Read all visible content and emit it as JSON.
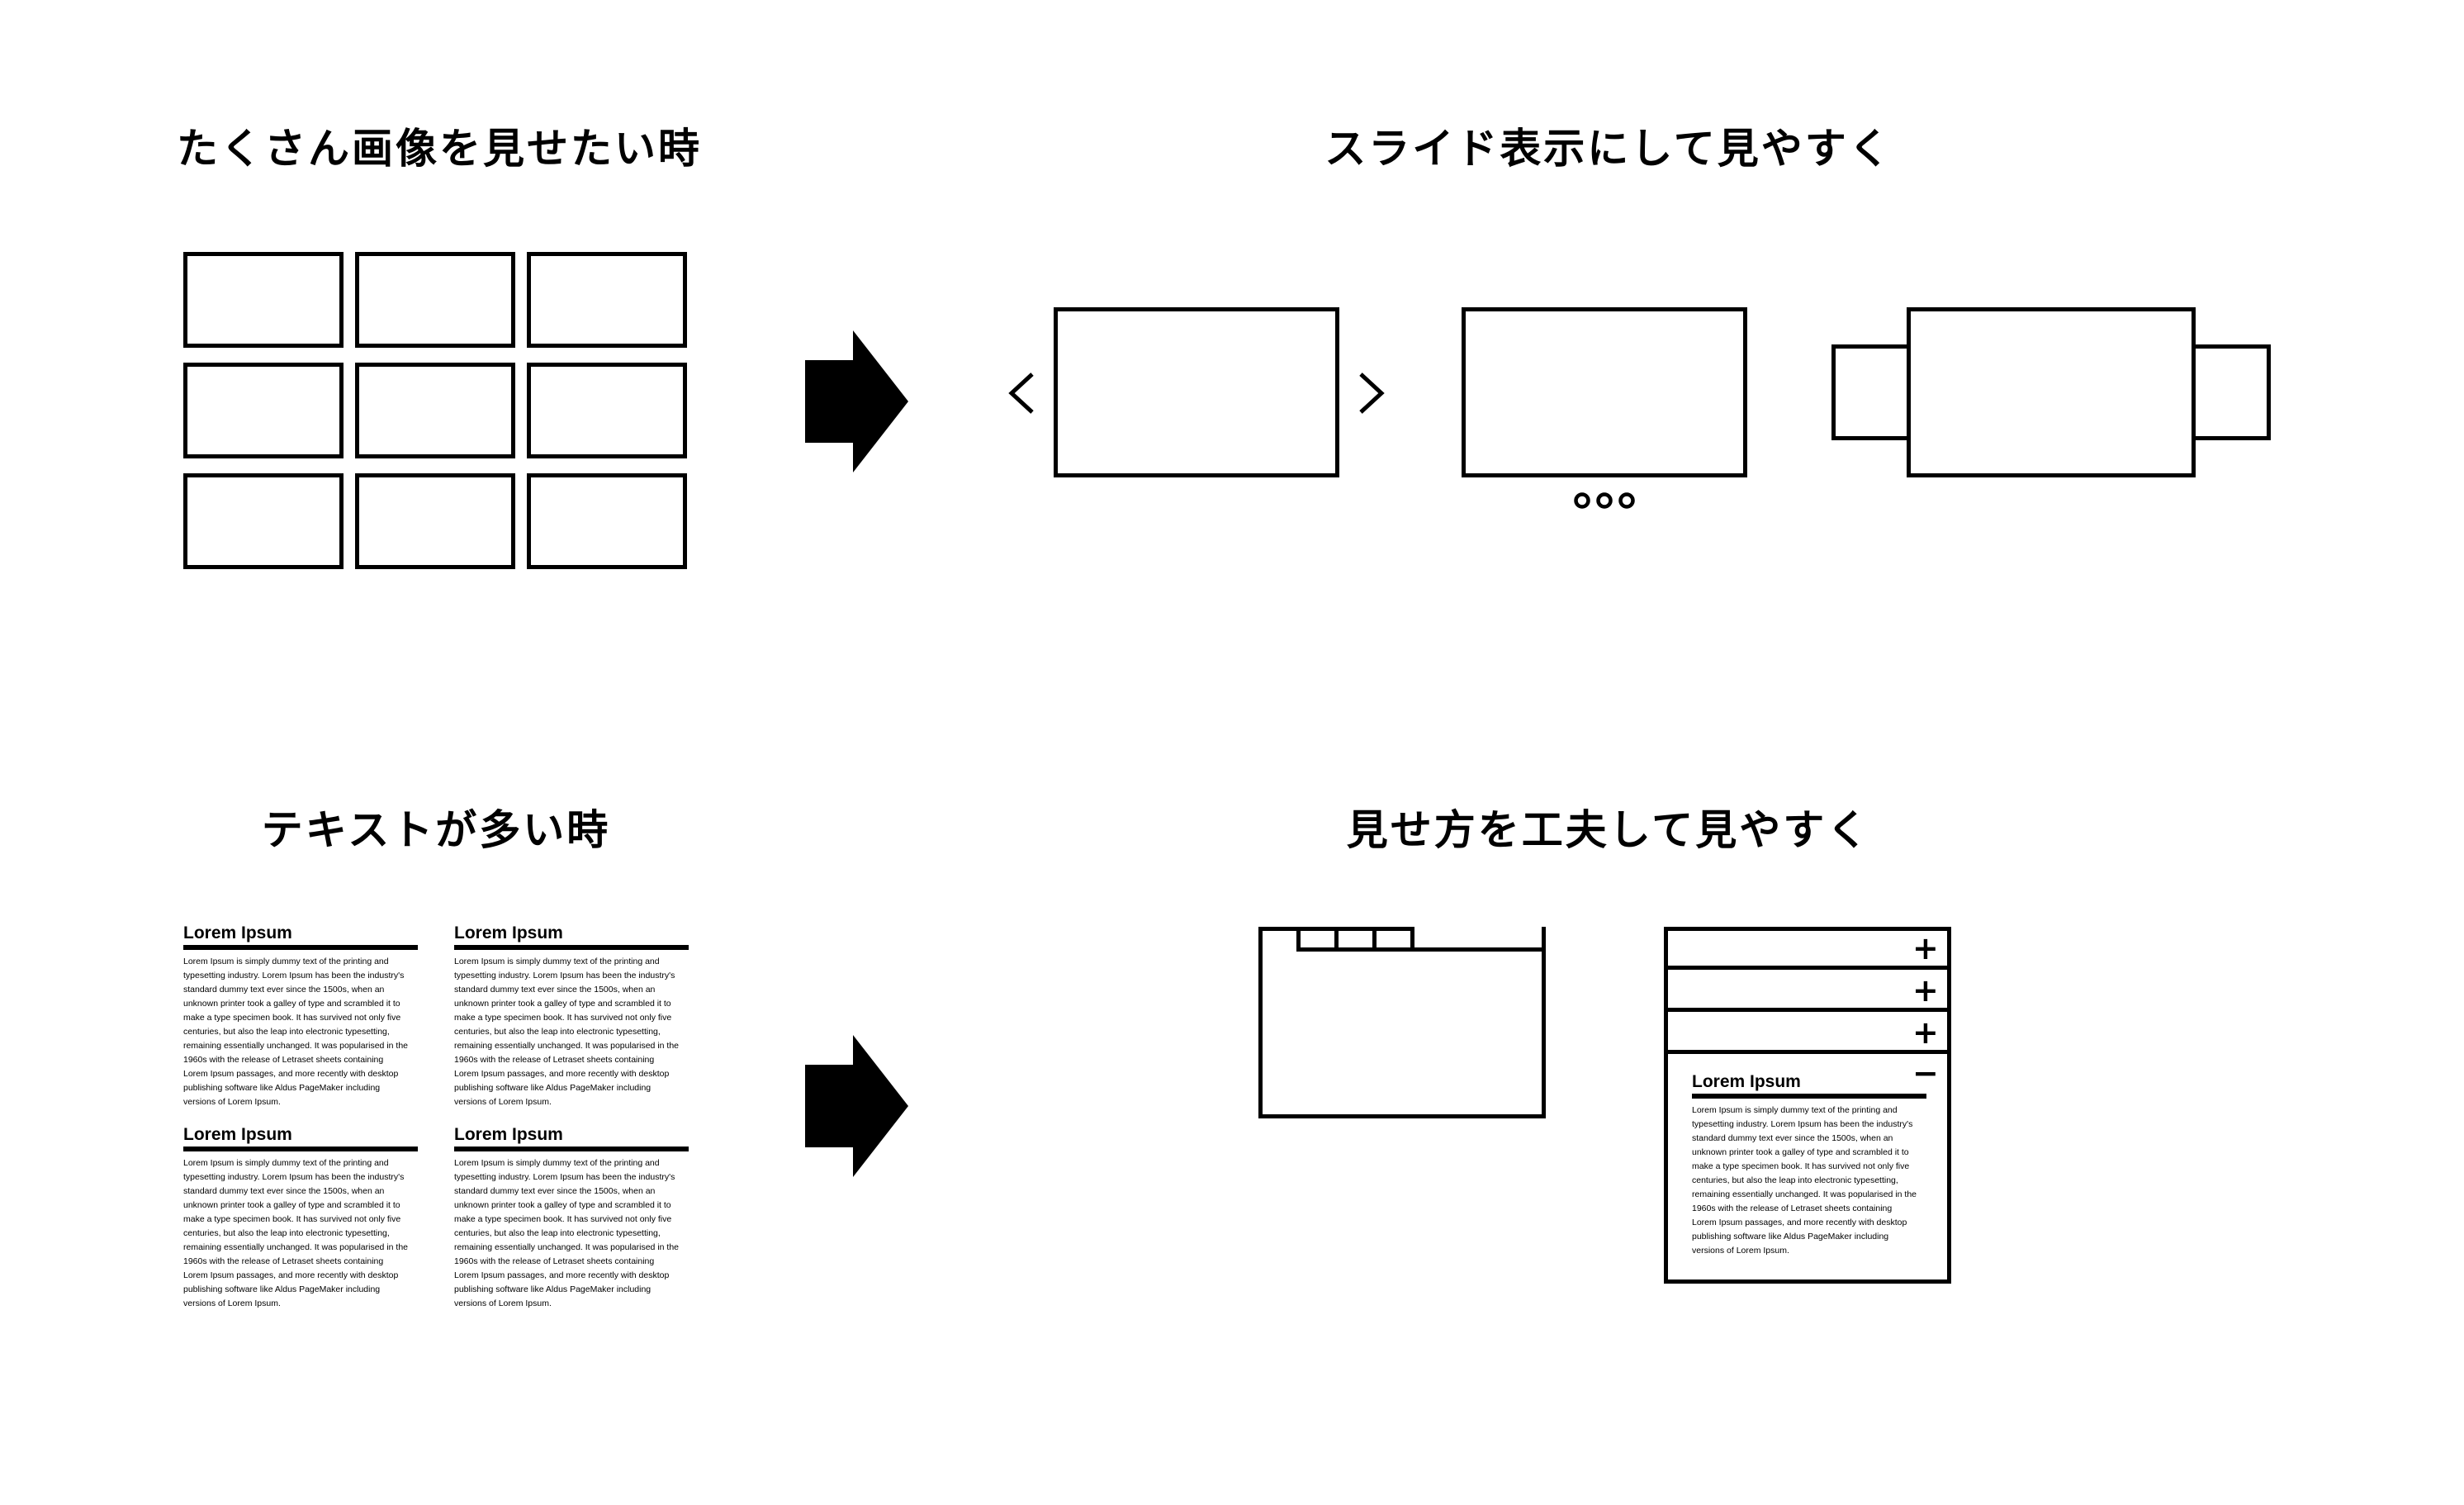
{
  "headings": {
    "many_images": "たくさん画像を見せたい時",
    "slide_display": "スライド表示にして見やすく",
    "much_text": "テキストが多い時",
    "presentation": "見せ方を工夫して見やすく"
  },
  "slider_nav": {
    "prev_glyph": "<",
    "next_glyph": ">"
  },
  "accordion": {
    "collapsed_sign": "+",
    "expanded_sign": "−"
  },
  "articles": [
    {
      "title": "Lorem Ipsum",
      "lines": [
        "Lorem Ipsum is simply dummy text of the printing and",
        "typesetting industry. Lorem Ipsum has been the industry's",
        "standard dummy text ever since the 1500s, when an",
        "unknown printer took a galley of type and scrambled it to",
        "make a type specimen book. It has survived not only five",
        "centuries, but also the leap into electronic typesetting,",
        "remaining essentially unchanged. It was popularised in the",
        "1960s with the release of Letraset sheets containing",
        "Lorem Ipsum passages, and more recently with desktop",
        "publishing software like Aldus PageMaker including",
        "versions of Lorem Ipsum."
      ]
    },
    {
      "title": "Lorem Ipsum",
      "lines": [
        "Lorem Ipsum is simply dummy text of the printing and",
        "typesetting industry. Lorem Ipsum has been the industry's",
        "standard dummy text ever since the 1500s, when an",
        "unknown printer took a galley of type and scrambled it to",
        "make a type specimen book. It has survived not only five",
        "centuries, but also the leap into electronic typesetting,",
        "remaining essentially unchanged. It was popularised in the",
        "1960s with the release of Letraset sheets containing",
        "Lorem Ipsum passages, and more recently with desktop",
        "publishing software like Aldus PageMaker including",
        "versions of Lorem Ipsum."
      ]
    },
    {
      "title": "Lorem Ipsum",
      "lines": [
        "Lorem Ipsum is simply dummy text of the printing and",
        "typesetting industry. Lorem Ipsum has been the industry's",
        "standard dummy text ever since the 1500s, when an",
        "unknown printer took a galley of type and scrambled it to",
        "make a type specimen book. It has survived not only five",
        "centuries, but also the leap into electronic typesetting,",
        "remaining essentially unchanged. It was popularised in the",
        "1960s with the release of Letraset sheets containing",
        "Lorem Ipsum passages, and more recently with desktop",
        "publishing software like Aldus PageMaker including",
        "versions of Lorem Ipsum."
      ]
    },
    {
      "title": "Lorem Ipsum",
      "lines": [
        "Lorem Ipsum is simply dummy text of the printing and",
        "typesetting industry. Lorem Ipsum has been the industry's",
        "standard dummy text ever since the 1500s, when an",
        "unknown printer took a galley of type and scrambled it to",
        "make a type specimen book. It has survived not only five",
        "centuries, but also the leap into electronic typesetting,",
        "remaining essentially unchanged. It was popularised in the",
        "1960s with the release of Letraset sheets containing",
        "Lorem Ipsum passages, and more recently with desktop",
        "publishing software like Aldus PageMaker including",
        "versions of Lorem Ipsum."
      ]
    },
    {
      "title": "Lorem Ipsum",
      "lines": [
        "Lorem Ipsum is simply dummy text of the printing and",
        "typesetting industry. Lorem Ipsum has been the industry's",
        "standard dummy text ever since the 1500s, when an",
        "unknown printer took a galley of type and scrambled it to",
        "make a type specimen book. It has survived not only five",
        "centuries, but also the leap into electronic typesetting,",
        "remaining essentially unchanged. It was popularised in the",
        "1960s with the release of Letraset sheets containing",
        "Lorem Ipsum passages, and more recently with desktop",
        "publishing software like Aldus PageMaker including",
        "versions of Lorem Ipsum."
      ]
    }
  ],
  "colors": {
    "ink": "#000000",
    "background": "#ffffff"
  }
}
